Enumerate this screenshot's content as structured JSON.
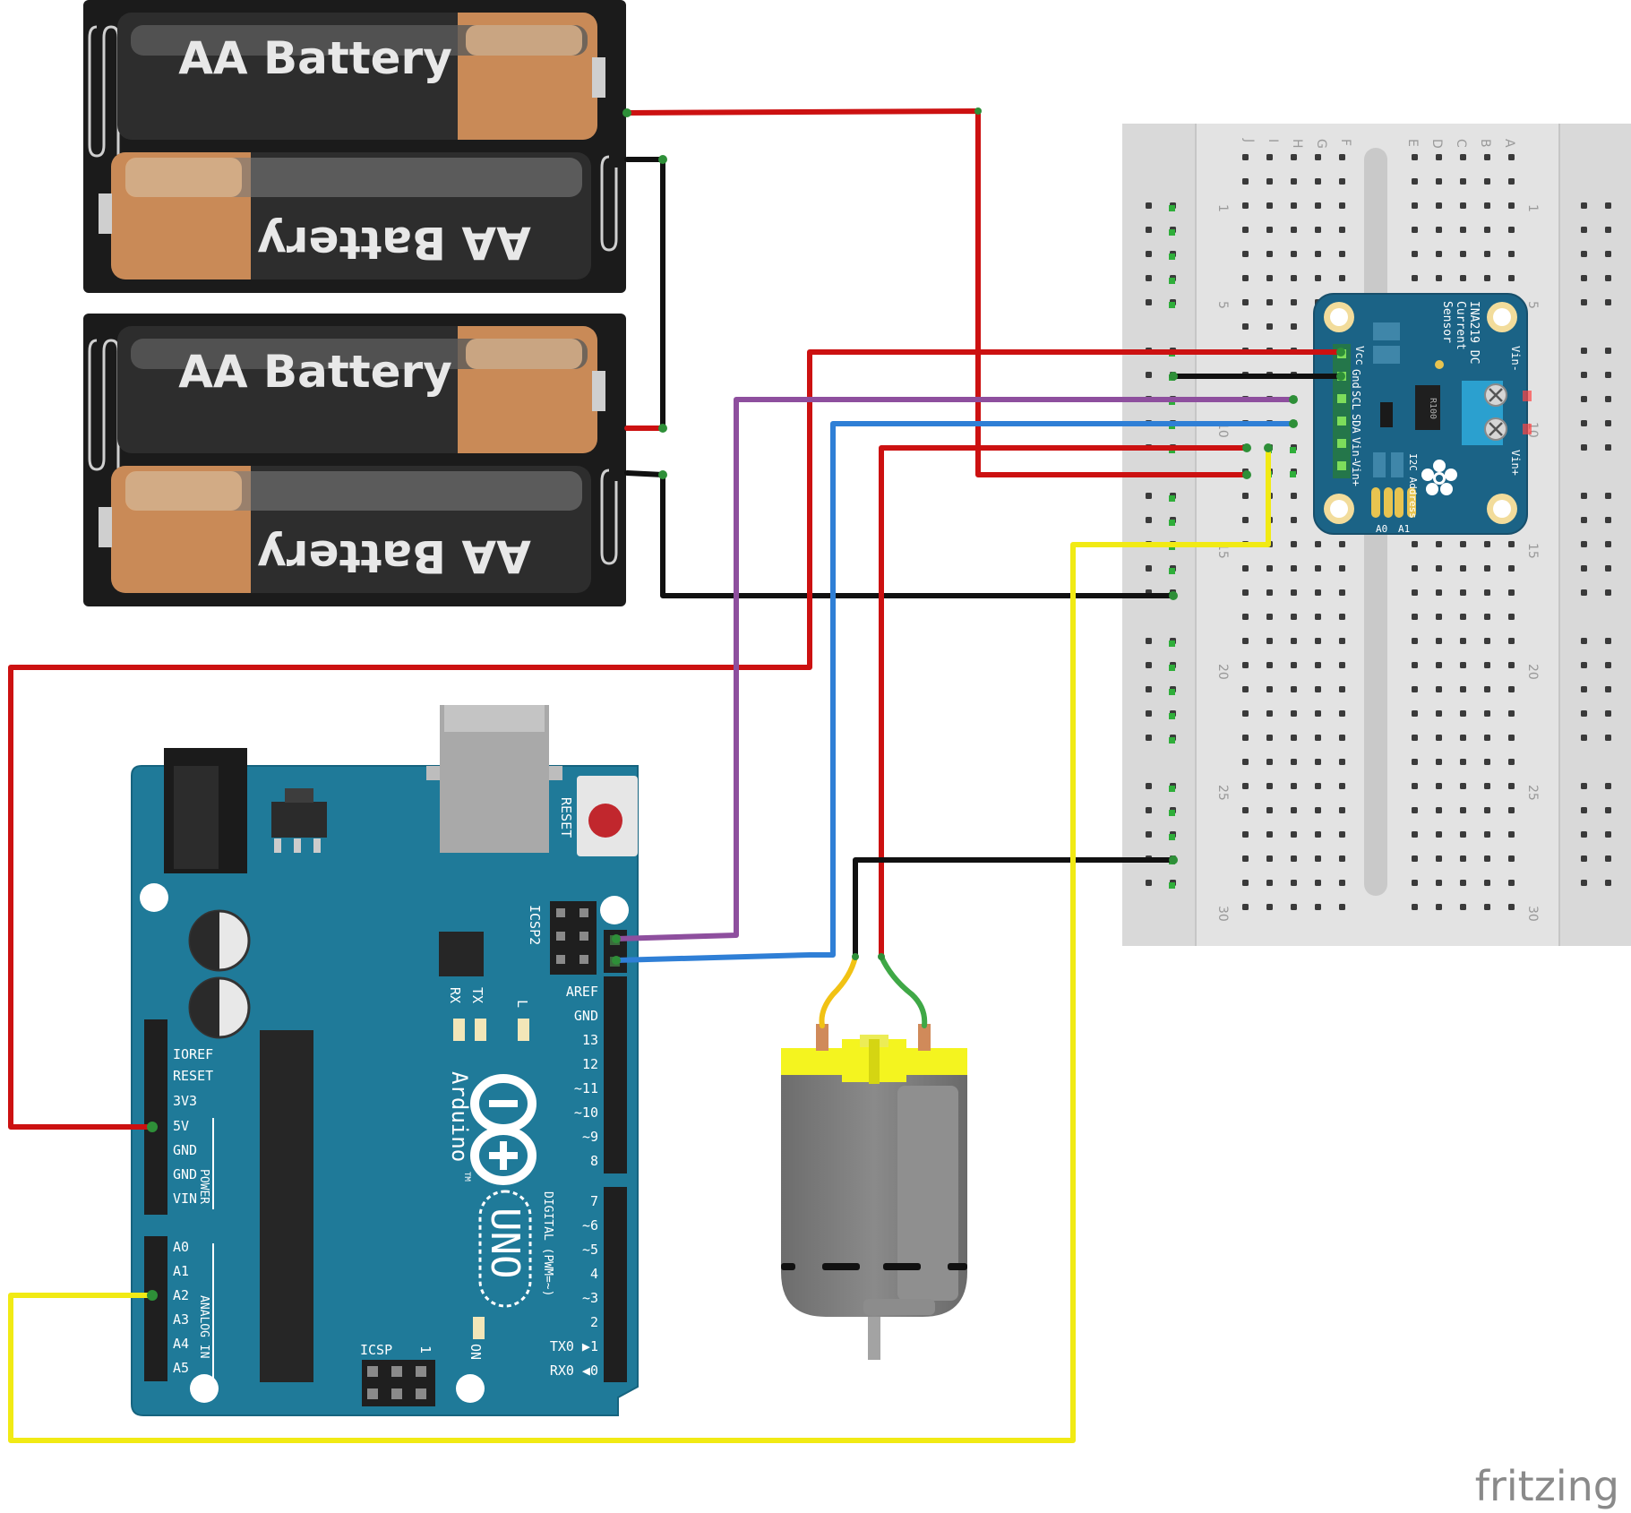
{
  "batteries": {
    "label": "AA Battery",
    "count": 4
  },
  "arduino": {
    "logo_text": "Arduino",
    "tm": "TM",
    "model": "UNO",
    "reset_label": "RESET",
    "icsp2_label": "ICSP2",
    "icsp_label": "ICSP",
    "icsp_pin1": "1",
    "on_label": "ON",
    "tx_label": "TX",
    "rx_label": "RX",
    "l_label": "L",
    "power_pins": [
      "IOREF",
      "RESET",
      "3V3",
      "5V",
      "GND",
      "GND",
      "VIN"
    ],
    "power_group": "POWER",
    "analog_pins": [
      "A0",
      "A1",
      "A2",
      "A3",
      "A4",
      "A5"
    ],
    "analog_group": "ANALOG IN",
    "digital_upper": [
      "AREF",
      "GND",
      "13",
      "12",
      "~11",
      "~10",
      "~9",
      "8"
    ],
    "digital_lower": [
      "7",
      "~6",
      "~5",
      "4",
      "~3",
      "2",
      "TX0 ▶1",
      "RX0 ◀0"
    ],
    "digital_group": "DIGITAL (PWM=~)"
  },
  "breadboard": {
    "columns_left": [
      "J",
      "I",
      "H",
      "G",
      "F"
    ],
    "columns_right": [
      "E",
      "D",
      "C",
      "B",
      "A"
    ],
    "row_numbers": [
      "1",
      "5",
      "10",
      "15",
      "20",
      "25",
      "30"
    ]
  },
  "sensor": {
    "title_line1": "INA219 DC",
    "title_line2": "Current",
    "title_line3": "Sensor",
    "pins": [
      "Vcc",
      "Gnd",
      "SCL",
      "SDA",
      "Vin-",
      "Vin+"
    ],
    "terminal_minus": "Vin-",
    "terminal_plus": "Vin+",
    "resistor_text": "R100",
    "address_label": "I2C Address",
    "addr_a0": "A0",
    "addr_a1": "A1"
  },
  "watermark": "fritzing",
  "colors": {
    "arduino_board": "#1f7a99",
    "sensor_board": "#1b6386",
    "wire_red": "#cc1111",
    "wire_black": "#111111",
    "wire_purple": "#8e4f9e",
    "wire_blue": "#2f7fd6",
    "wire_yellow": "#f1ea14",
    "wire_green": "#3fa846",
    "breadboard": "#d9d9d9",
    "motor_cap": "#f4f41f"
  }
}
